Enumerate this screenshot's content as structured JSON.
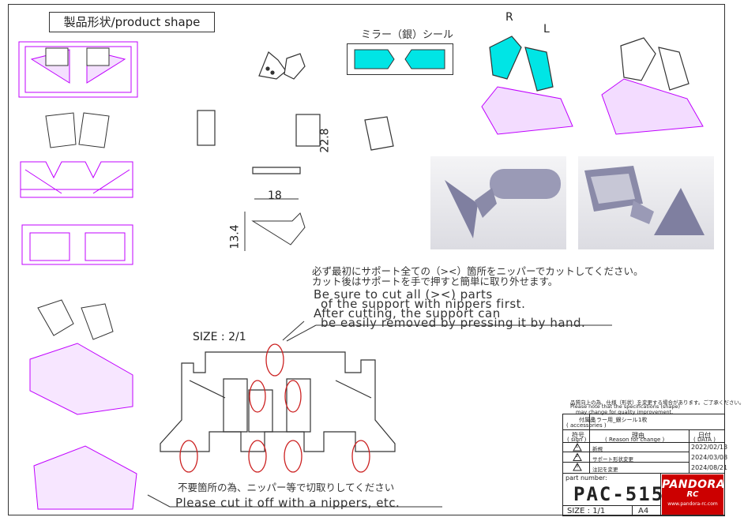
{
  "title": "製品形状/product shape",
  "mirror_seal_label": "ミラー（銀）シール",
  "view_labels": {
    "right": "R",
    "left": "L"
  },
  "dimensions": {
    "height": "22.8",
    "width": "18",
    "depth": "13.4"
  },
  "size_label": "SIZE : 2/1",
  "instructions_jp": [
    "必ず最初にサポート全ての（><）箇所をニッパーでカットしてください。",
    "カット後はサポートを手で押すと簡単に取り外せます。"
  ],
  "instructions_en": [
    "Be sure to cut all (><) parts",
    "of the support with nippers first.",
    "After cutting, the support can",
    "be easily removed by pressing it by hand."
  ],
  "cut_note_jp": "不要箇所の為、ニッパー等で切取りしてください",
  "cut_note_en": "Please cut it off with a nippers, etc.",
  "spec_note": {
    "jp": "品質向上の為、仕様（形状）を変更する場合があります。ご了承ください。",
    "en1": "Please note that the specifications (shape)",
    "en2": "may change for quality improvement."
  },
  "title_block": {
    "accessories_label": "付属品",
    "accessories_label_en": "( accessories )",
    "accessories_value": "ミラー用_銀シール",
    "accessories_qty": "1枚",
    "sign_label": "符号",
    "sign_label_en": "( sign )",
    "reason_label": "理由",
    "reason_label_en": "( Reason for change )",
    "date_label": "日付",
    "date_label_en": "( DATA )",
    "revisions": [
      {
        "sign": "1",
        "reason": "新規",
        "date": "2022/02/13"
      },
      {
        "sign": "2",
        "reason": "サポート形状変更",
        "date": "2024/03/08"
      },
      {
        "sign": "3",
        "reason": "注記を変更",
        "date": "2024/08/21"
      }
    ],
    "part_number_label": "part number:",
    "part_number": "PAC-515",
    "size_label": "SIZE : 1/1",
    "paper": "A4",
    "brand": "PANDORA",
    "brand_sub": "RC",
    "brand_url": "www.pandora-rc.com"
  },
  "colors": {
    "support": "#c000ff",
    "cyan": "#00e5e5",
    "ellipse": "#cc2222",
    "render": "#9a9ab6"
  }
}
